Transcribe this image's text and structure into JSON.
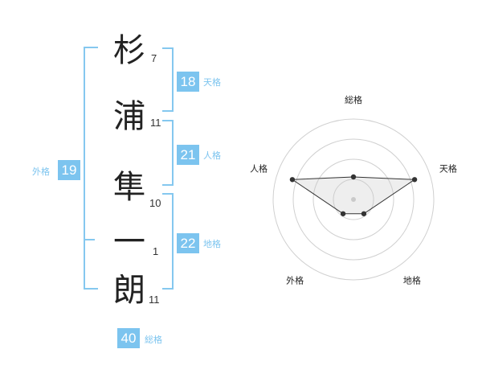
{
  "name": {
    "chars": [
      {
        "char": "杉",
        "strokes": "7"
      },
      {
        "char": "浦",
        "strokes": "11"
      },
      {
        "char": "隼",
        "strokes": "10"
      },
      {
        "char": "一",
        "strokes": "1"
      },
      {
        "char": "朗",
        "strokes": "11"
      }
    ]
  },
  "grids": {
    "tenkaku": {
      "value": "18",
      "label": "天格"
    },
    "jinkaku": {
      "value": "21",
      "label": "人格"
    },
    "chikaku": {
      "value": "22",
      "label": "地格"
    },
    "gaikaku": {
      "value": "19",
      "label": "外格"
    },
    "soukaku": {
      "value": "40",
      "label": "総格"
    }
  },
  "colors": {
    "accent": "#7cc4ef",
    "bracket": "#85c8ef",
    "text": "#222222"
  },
  "chart_data": {
    "type": "radar",
    "axes": [
      "総格",
      "天格",
      "地格",
      "外格",
      "人格"
    ],
    "values": [
      1.4,
      4.0,
      1.1,
      1.1,
      4.0
    ],
    "rmax": 5,
    "rings": 4
  }
}
